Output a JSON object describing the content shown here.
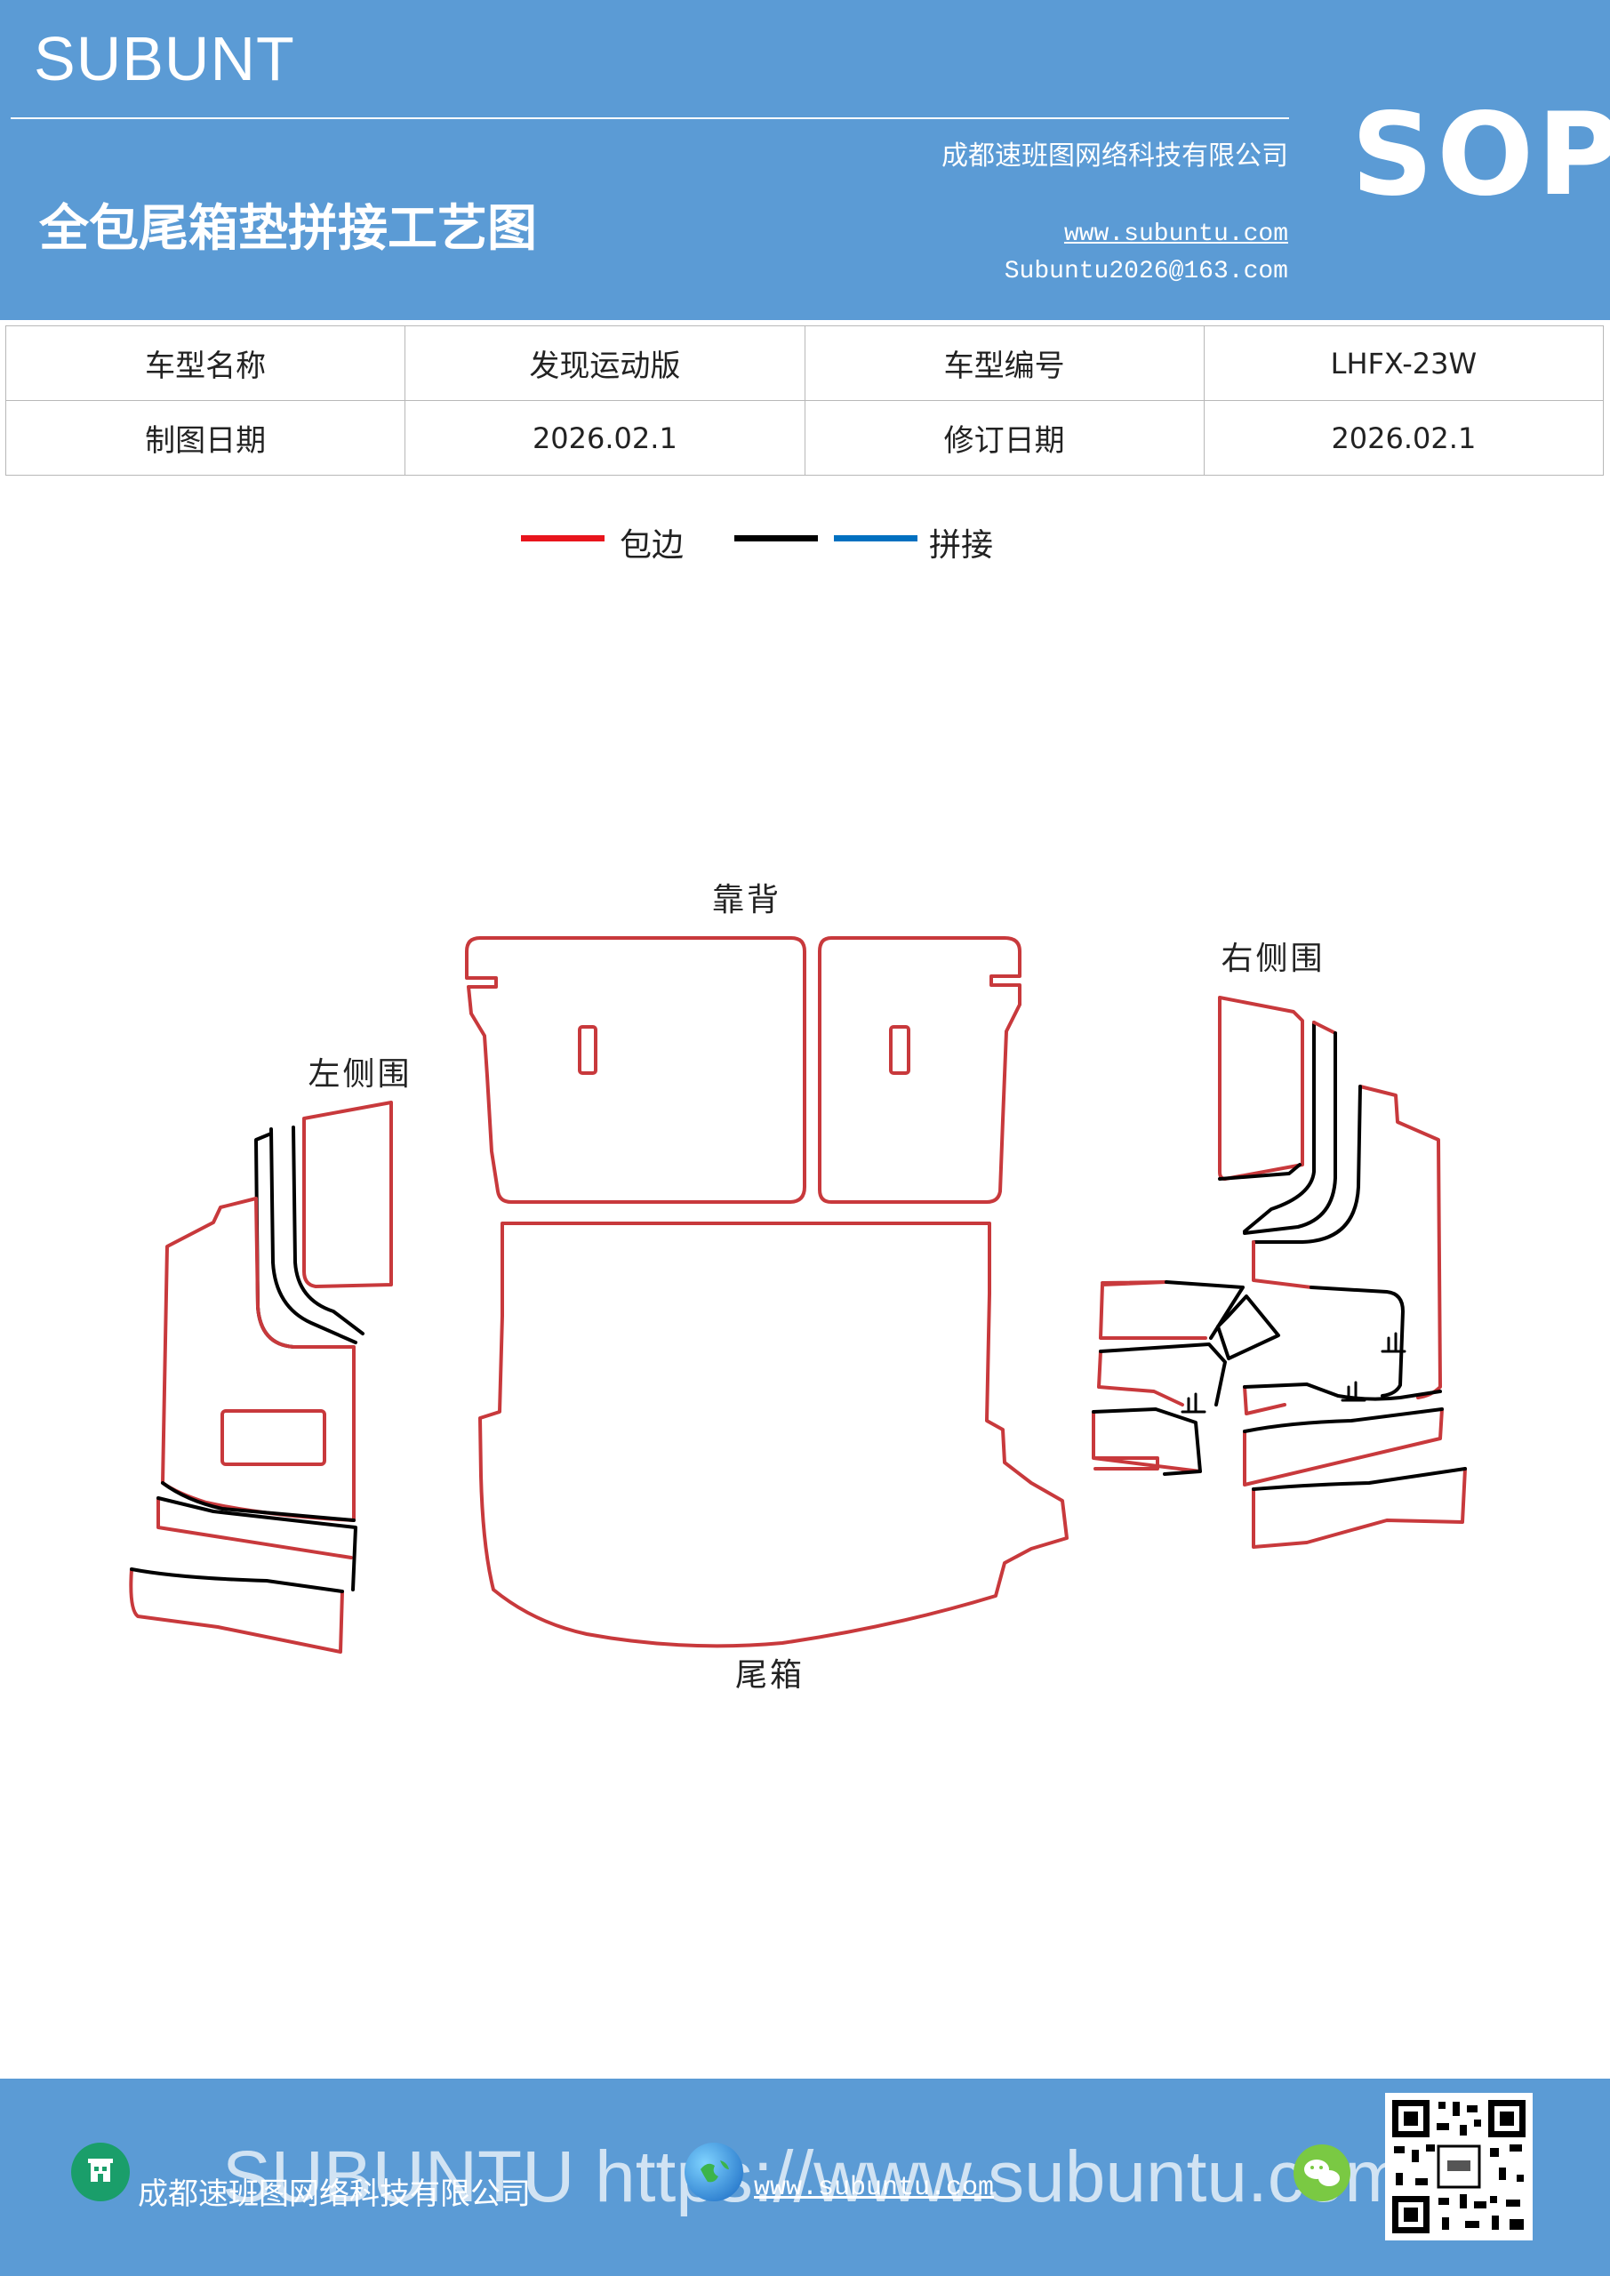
{
  "header": {
    "brand": "SUBUNT",
    "title": "全包尾箱垫拼接工艺图",
    "company": "成都速班图网络科技有限公司",
    "website": "www.subuntu.com",
    "email": "Subuntu2026@163.com",
    "badge": "SOP"
  },
  "info": {
    "model_name_label": "车型名称",
    "model_name": "发现运动版",
    "model_code_label": "车型编号",
    "model_code": "LHFX-23W",
    "draw_date_label": "制图日期",
    "draw_date": "2026.02.1",
    "revise_date_label": "修订日期",
    "revise_date": "2026.02.1"
  },
  "legend": {
    "edge_label": "包边",
    "splice_label": "拼接",
    "colors": {
      "edge": "#e8141c",
      "black": "#000000",
      "splice": "#0070c0"
    }
  },
  "parts": {
    "backrest": "靠背",
    "left_side": "左侧围",
    "right_side": "右侧围",
    "trunk": "尾箱"
  },
  "footer": {
    "watermark": "SUBUNTU https://www.subuntu.com",
    "company": "成都速班图网络科技有限公司",
    "website": "www.subuntu.com",
    "icons": [
      "building-icon",
      "globe-icon",
      "wechat-icon",
      "qr-code"
    ]
  }
}
